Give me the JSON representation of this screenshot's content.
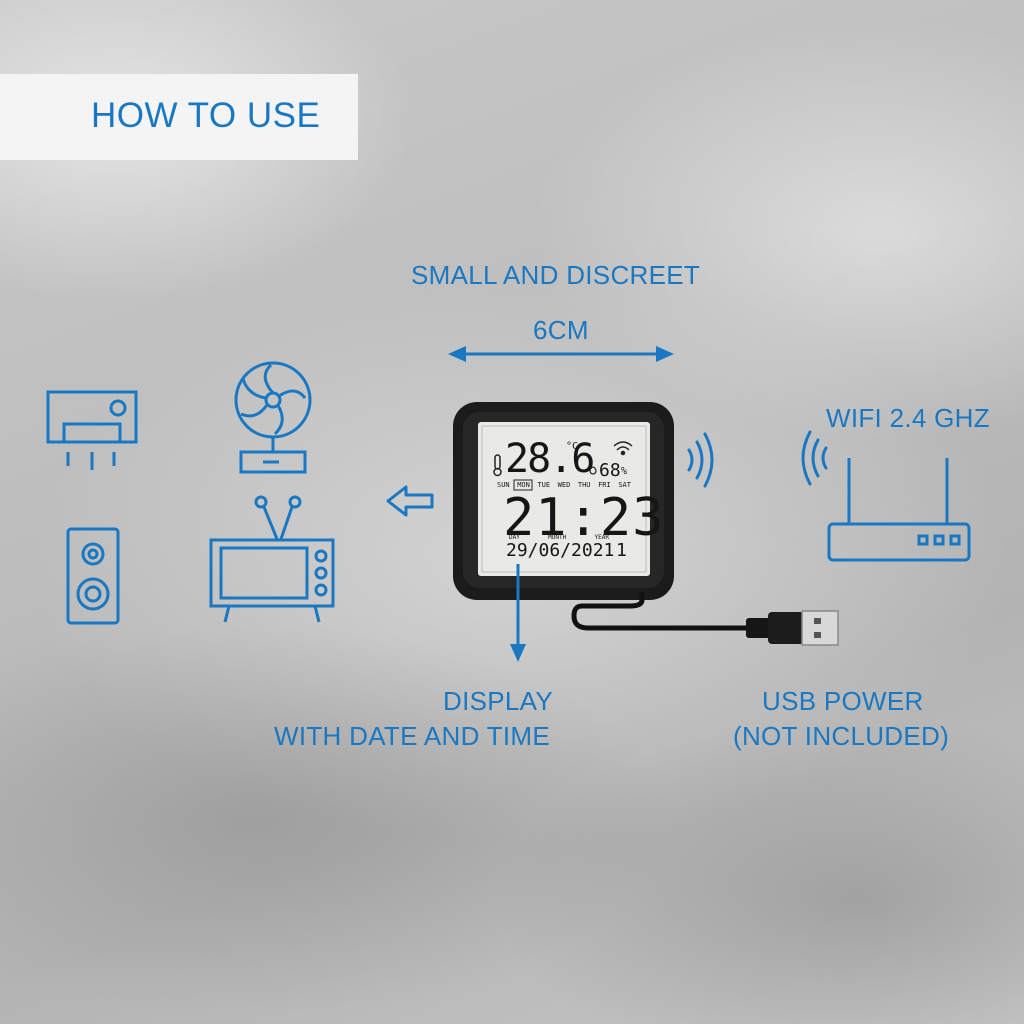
{
  "header": {
    "title": "HOW TO USE"
  },
  "labels": {
    "size_heading": "SMALL AND DISCREET",
    "size_value": "6CM",
    "wifi": "WIFI 2.4 GHZ",
    "display_line1": "DISPLAY",
    "display_line2": "WITH DATE AND TIME",
    "usb_line1": "USB POWER",
    "usb_line2": "(NOT INCLUDED)"
  },
  "device_screen": {
    "temperature": "28.6",
    "temp_unit": "°C",
    "humidity": "68",
    "humidity_unit": "%",
    "weekdays": [
      "SUN",
      "MON",
      "TUE",
      "WED",
      "THU",
      "FRI",
      "SAT"
    ],
    "selected_weekday": "MON",
    "time": "21:23",
    "date_labels": [
      "DAY",
      "MONTH",
      "YEAR"
    ],
    "date": "29/06/2021",
    "trailing_digit": "1"
  },
  "icons": [
    "air-conditioner-icon",
    "fan-icon",
    "speaker-icon",
    "television-icon",
    "router-icon",
    "wifi-signal-icon",
    "usb-cable-icon",
    "arrow-left-icon",
    "arrow-down-icon"
  ],
  "colors": {
    "accent": "#1a78c2",
    "device": "#1b1b1b",
    "screen": "#e9e9e6"
  }
}
